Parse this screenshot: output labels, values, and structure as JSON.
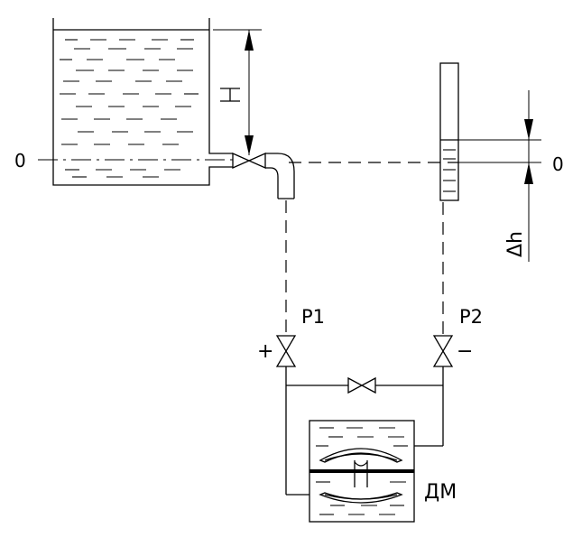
{
  "labels": {
    "H": "H",
    "zero_left": "0",
    "zero_right": "0",
    "delta_h": "Δh",
    "p1": "P1",
    "p2": "P2",
    "plus": "+",
    "minus": "−",
    "dm": "ДМ"
  }
}
